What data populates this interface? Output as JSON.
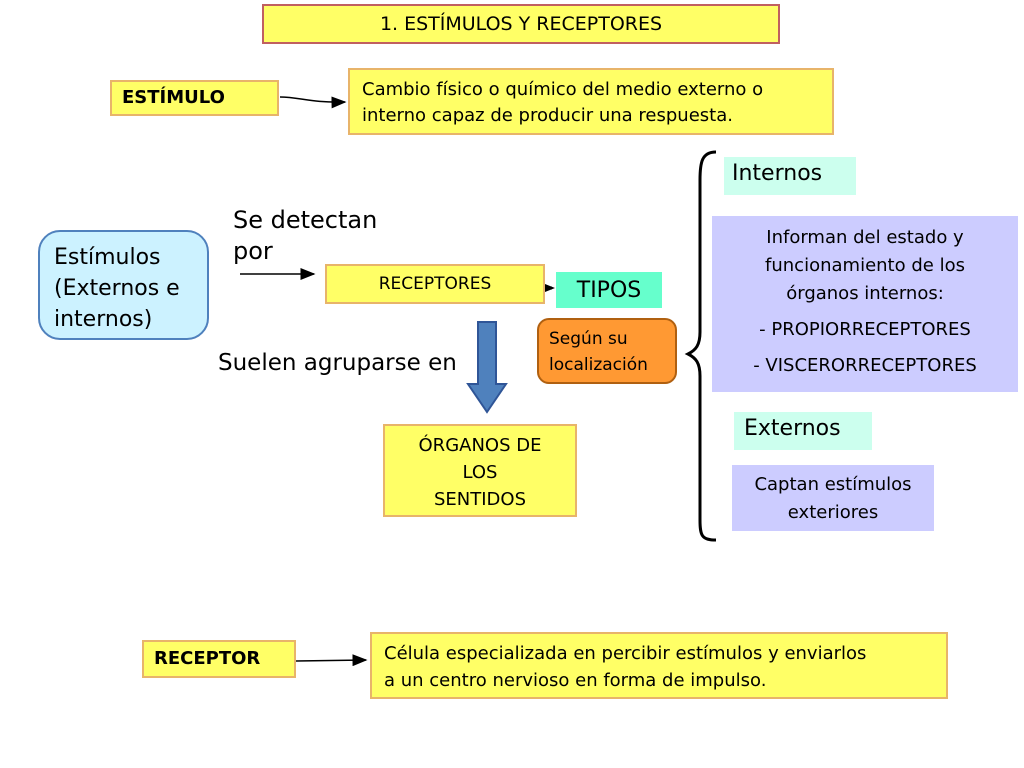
{
  "title": "1. ESTÍMULOS Y RECEPTORES",
  "estimulo": {
    "label": "ESTÍMULO",
    "definition_line1": "Cambio físico o químico del medio externo o",
    "definition_line2": "interno capaz de producir una respuesta."
  },
  "estimulos_node": {
    "line1": "Estímulos",
    "line2": "(Externos e",
    "line3": "internos)"
  },
  "se_detectan": {
    "line1": "Se detectan",
    "line2": "por"
  },
  "receptores": "RECEPTORES",
  "tipos": "TIPOS",
  "segun": {
    "line1": "Según su",
    "line2": "localización"
  },
  "suelen": "Suelen agruparse en",
  "organos": {
    "line1": "ÓRGANOS DE",
    "line2": "LOS",
    "line3": "SENTIDOS"
  },
  "internos": {
    "label": "Internos",
    "desc_line1": "Informan del estado y",
    "desc_line2": "funcionamiento de los",
    "desc_line3": "órganos internos:",
    "item1": "- PROPIORRECEPTORES",
    "item2": "- VISCERORRECEPTORES"
  },
  "externos": {
    "label": "Externos",
    "desc_line1": "Captan estímulos",
    "desc_line2": "exteriores"
  },
  "receptor": {
    "label": "RECEPTOR",
    "definition_line1": "Célula especializada en percibir estímulos y enviarlos",
    "definition_line2": "a un centro nervioso en forma de impulso."
  },
  "colors": {
    "yellow": "#ffff66",
    "lavender": "#ccccff",
    "mint": "#66ffcc",
    "orange": "#ff9933",
    "light_blue": "#ccf2ff",
    "arrow_blue": "#4f81bd"
  }
}
